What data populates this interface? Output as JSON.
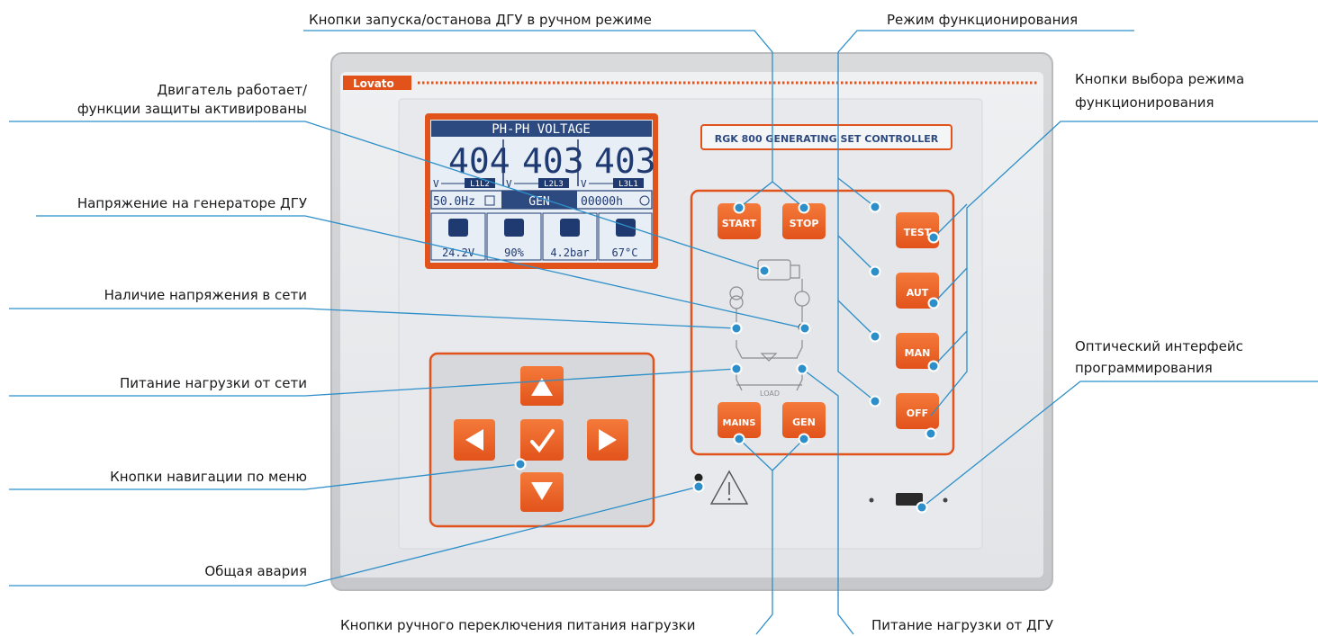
{
  "brand": "Lovato",
  "model_plate": "RGK 800 GENERATING SET CONTROLLER",
  "lcd": {
    "title": "PH-PH VOLTAGE",
    "readings": [
      {
        "value": "404",
        "phase": "L1L2"
      },
      {
        "value": "403",
        "phase": "L2L3"
      },
      {
        "value": "403",
        "phase": "L3L1"
      }
    ],
    "unit": "V",
    "frequency": "50.0Hz",
    "mode": "GEN",
    "hours": "00000h",
    "gauges": [
      "24.2V",
      "90%",
      "4.2bar",
      "67°C"
    ]
  },
  "buttons": {
    "start": "START",
    "stop": "STOP",
    "test": "TEST",
    "aut": "AUT",
    "man": "MAN",
    "off": "OFF",
    "mains": "MAINS",
    "gen": "GEN"
  },
  "diagram_load": "LOAD",
  "labels": {
    "start_stop": "Кнопки запуска/останова ДГУ в ручном режиме",
    "operating_mode": "Режим функционирования",
    "engine_running_1": "Двигатель работает/",
    "engine_running_2": "функции защиты активированы",
    "mode_buttons_1": "Кнопки выбора режима",
    "mode_buttons_2": "функционирования",
    "gen_voltage": "Напряжение  на генераторе ДГУ",
    "mains_voltage": "Наличие напряжения в сети",
    "load_from_mains": "Питание нагрузки от сети",
    "optical_1": "Оптический интерфейс",
    "optical_2": "программирования",
    "nav_buttons": "Кнопки навигации по меню",
    "general_alarm": "Общая авария",
    "manual_switch": "Кнопки ручного переключения питания нагрузки",
    "load_from_gen": "Питание нагрузки от ДГУ"
  }
}
